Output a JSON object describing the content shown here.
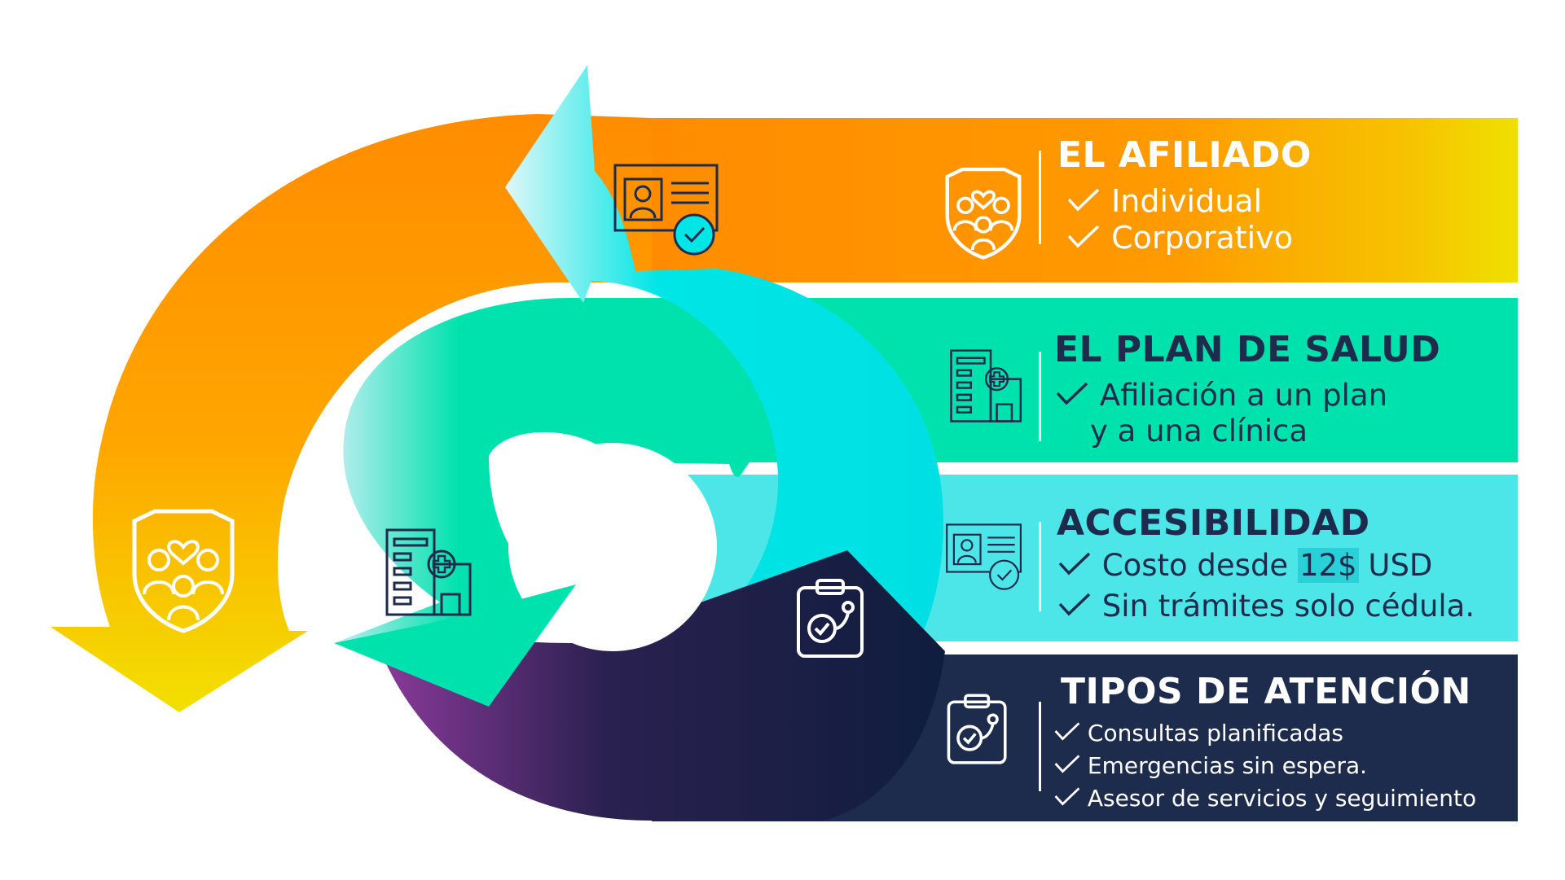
{
  "panels": [
    {
      "title": "EL AFILIADO",
      "items": [
        "Individual",
        "Corporativo"
      ],
      "color": "#ff9000",
      "icon": "family-shield-icon"
    },
    {
      "title": "EL PLAN DE SALUD",
      "items": [
        "Afiliación a un plan",
        "y a una clínica"
      ],
      "color": "#00e2ae",
      "icon": "hospital-building-icon"
    },
    {
      "title": "ACCESIBILIDAD",
      "items": [
        "Costo desde",
        "12$",
        "USD",
        "Sin trámites solo cédula."
      ],
      "color": "#4ce6e8",
      "icon": "id-card-check-icon"
    },
    {
      "title": "TIPOS DE ATENCIÓN",
      "items": [
        "Consultas planificadas",
        "Emergencias sin espera.",
        "Asesor de servicios y seguimiento"
      ],
      "color": "#1d2b4c",
      "icon": "clipboard-stethoscope-icon"
    }
  ],
  "colors": {
    "dark_text": "#1d2b4c",
    "white": "#ffffff",
    "orange": "#ff8c00",
    "yellow": "#efe000",
    "green": "#00e2ae",
    "cyan": "#00e5e5",
    "navy": "#0f1d3d",
    "purple": "#8b3a9a"
  }
}
